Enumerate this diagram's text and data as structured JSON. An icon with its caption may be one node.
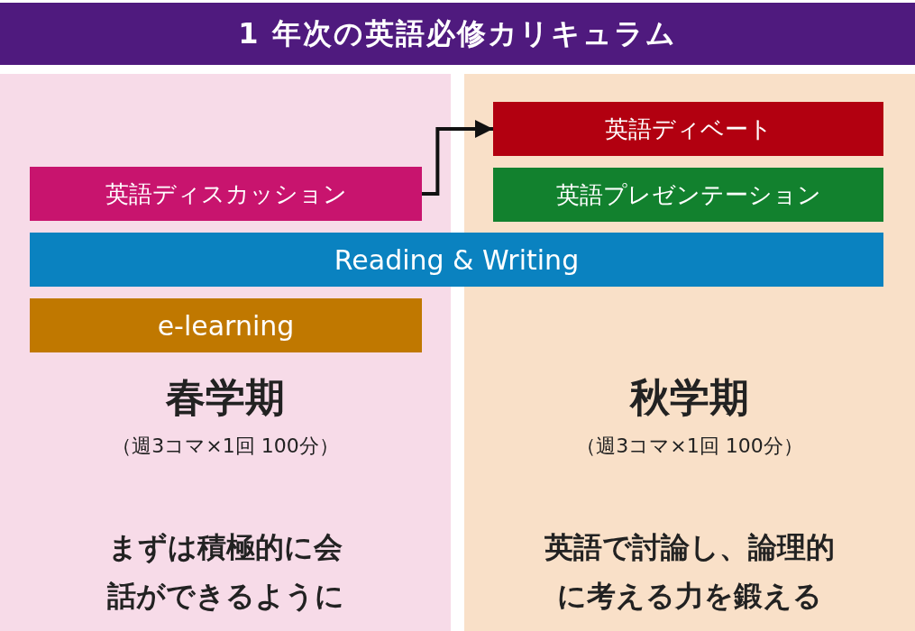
{
  "diagram": {
    "title": "1 年次の英語必修カリキュラム",
    "nodes": [
      {
        "text": [
          "春学期",
          "（週3コマ×1回 100分）",
          "まずは積極的に会話ができるように"
        ]
      },
      {
        "text": [
          "秋学期",
          "（週3コマ×1回 100分）",
          "英語で討論し、論理的に考える力を鍛える"
        ]
      },
      {
        "text": [
          "英語ディスカッション"
        ],
        "in": 0
      },
      {
        "text": [
          "英語ディベート"
        ],
        "in": 1
      },
      {
        "text": [
          "英語プレゼンテーション"
        ],
        "in": 1
      },
      {
        "text": [
          "Reading & Writing"
        ]
      },
      {
        "text": [
          "e-learning"
        ],
        "in": 0
      }
    ],
    "edges": [
      {
        "from": 2,
        "to": 3,
        "arrow": "to"
      }
    ]
  }
}
